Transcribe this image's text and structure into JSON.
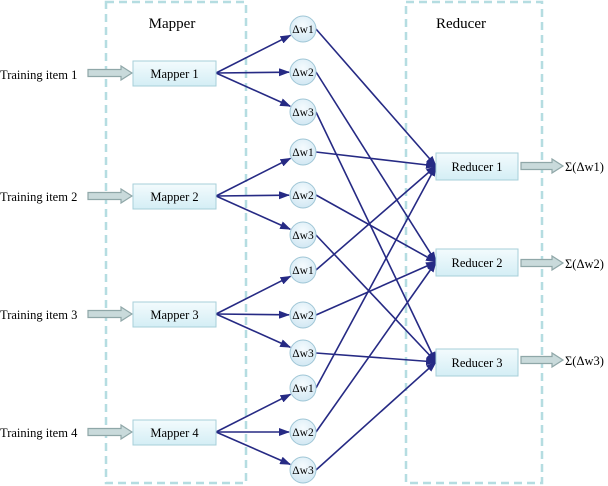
{
  "groups": {
    "mapper_title": "Mapper",
    "reducer_title": "Reducer"
  },
  "training_items": [
    "Training item 1",
    "Training item 2",
    "Training item 3",
    "Training item 4"
  ],
  "mappers": [
    "Mapper 1",
    "Mapper 2",
    "Mapper 3",
    "Mapper 4"
  ],
  "delta_nodes": [
    [
      "Δw1",
      "Δw2",
      "Δw3"
    ],
    [
      "Δw1",
      "Δw2",
      "Δw3"
    ],
    [
      "Δw1",
      "Δw2",
      "Δw3"
    ],
    [
      "Δw1",
      "Δw2",
      "Δw3"
    ]
  ],
  "reducers": [
    "Reducer 1",
    "Reducer 2",
    "Reducer 3"
  ],
  "outputs": [
    "Σ(Δw1)",
    "Σ(Δw2)",
    "Σ(Δw3)"
  ],
  "colors": {
    "group_border": "#b5dde1",
    "box_fill": "#e6f6fa",
    "box_stroke": "#a7cfd9",
    "circle_fill": "#def0f8",
    "circle_stroke": "#9fc6d6",
    "arrow": "#262a84",
    "block_arrow": "#8fa7a8"
  }
}
